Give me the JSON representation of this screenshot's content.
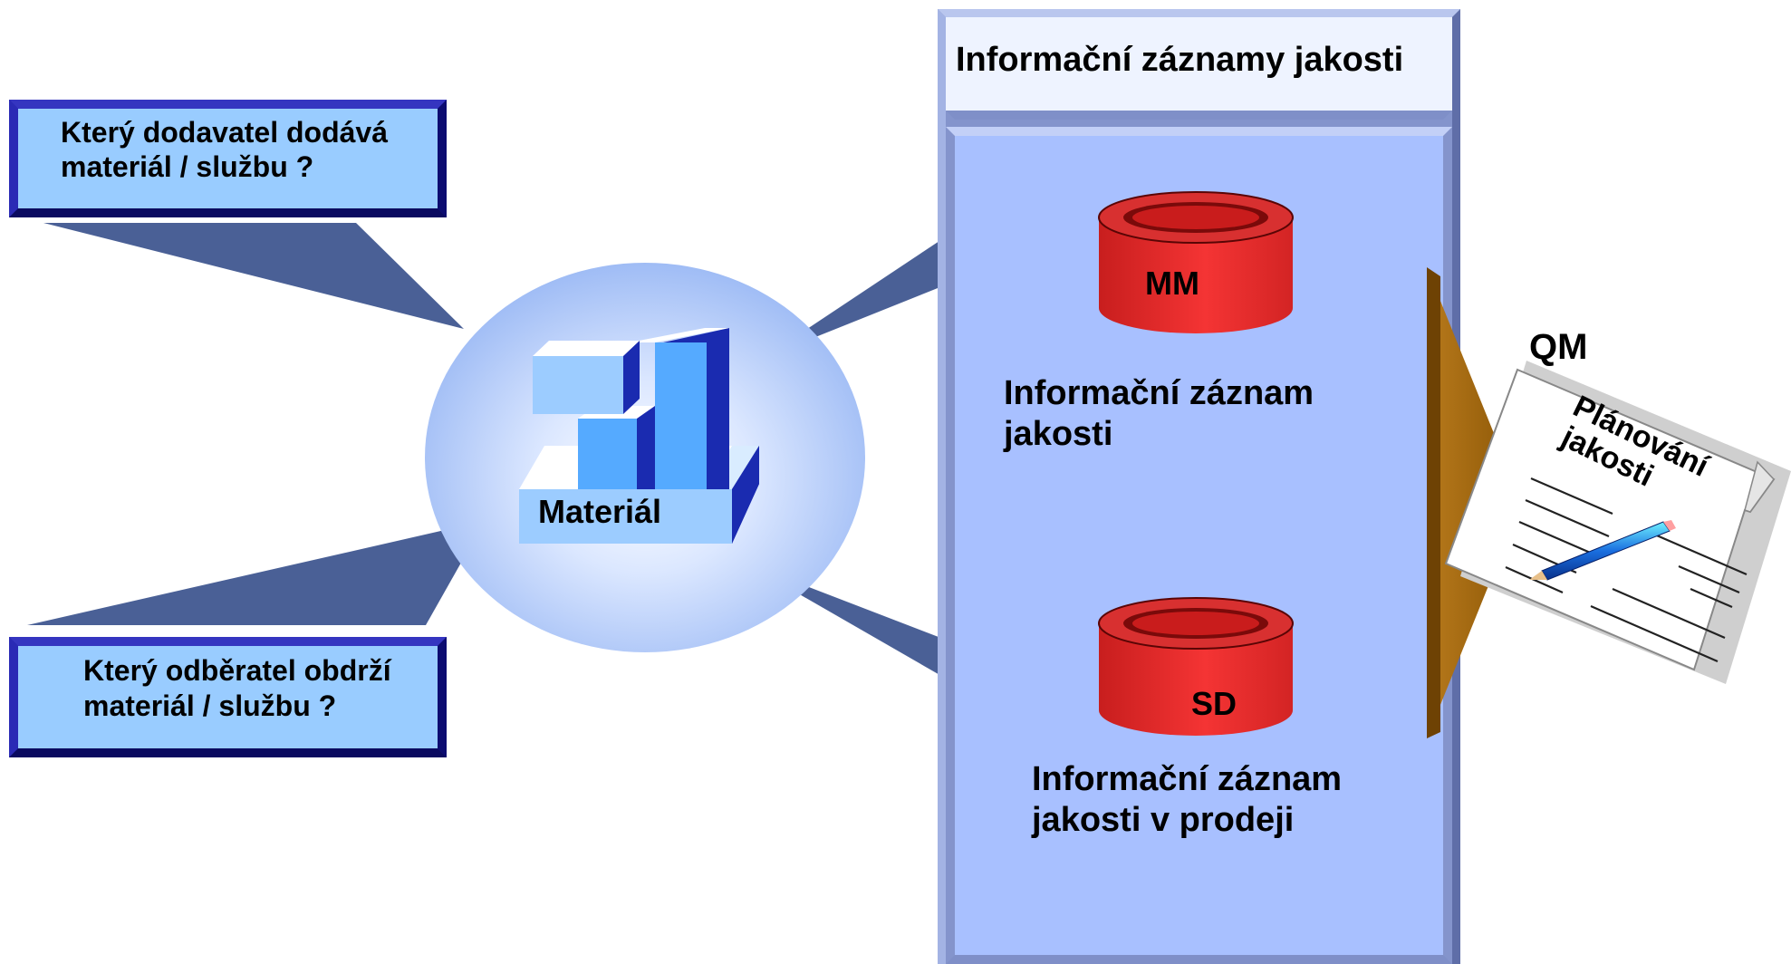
{
  "supplier_question": {
    "line1": "Který dodavatel dodává",
    "line2": "materiál / službu ?"
  },
  "customer_question": {
    "line1": "Který odběratel obdrží",
    "line2": "materiál / službu ?"
  },
  "material": {
    "label": "Materiál"
  },
  "panel": {
    "title": "Informační záznamy jakosti",
    "records": [
      {
        "db_label": "MM",
        "caption_line1": "Informační záznam",
        "caption_line2": "jakosti"
      },
      {
        "db_label": "SD",
        "caption_line1": "Informační záznam",
        "caption_line2": "jakosti  v prodeji"
      }
    ]
  },
  "qm": {
    "label": "QM",
    "document_title_line1": "Plánování",
    "document_title_line2": "jakosti"
  },
  "colors": {
    "box_fill": "#99ccff",
    "box_border": "#1a1aa0",
    "panel_fill": "#a8c0ff",
    "panel_frame": "#7f8fc8",
    "pointer": "#4a6096",
    "ellipse_center": "#eef4ff",
    "ellipse_edge": "#9fbcf5",
    "cylinder_red": "#ee3333",
    "arrow_brown": "#a0640a",
    "block_light": "#9cccff",
    "block_mid": "#55aaff",
    "block_dark": "#1a2bb0"
  },
  "icons": [
    "database-cylinder-icon",
    "document-with-pen-icon",
    "building-blocks-icon"
  ]
}
